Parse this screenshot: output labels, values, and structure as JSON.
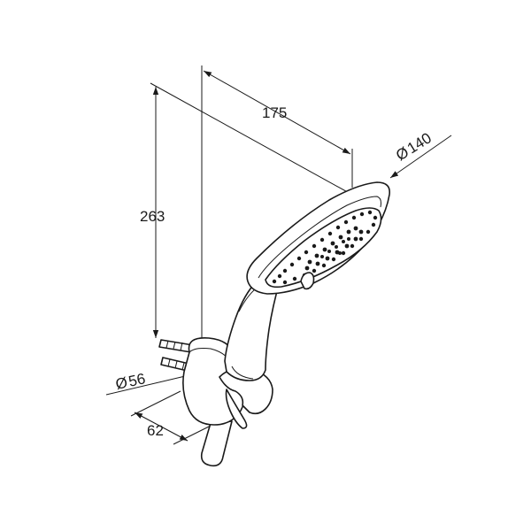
{
  "dimensions": {
    "width_top": "175",
    "head_diameter": "140",
    "height": "263",
    "mount_diameter": "56",
    "mount_depth": "62",
    "diameter_symbol": "Ø"
  }
}
